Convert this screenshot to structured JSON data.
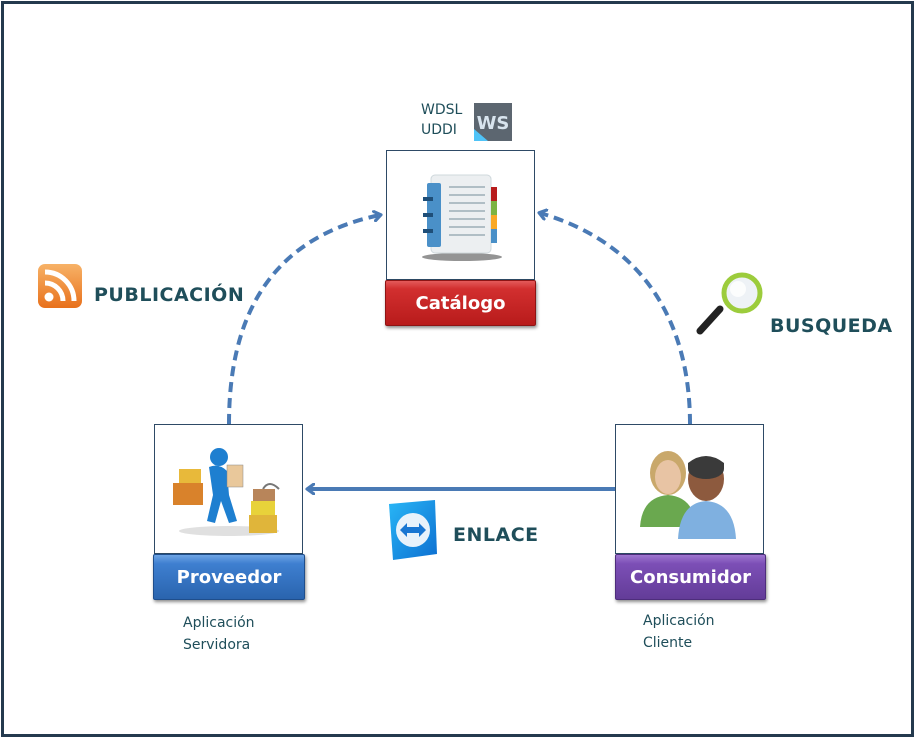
{
  "diagram": {
    "type": "web-services-architecture",
    "nodes": {
      "catalog": {
        "label": "Catálogo",
        "standards": [
          "WDSL",
          "UDDI"
        ],
        "badge_icon": "ws-badge-icon",
        "icon": "address-book-icon",
        "color": "#c62828"
      },
      "provider": {
        "label": "Proveedor",
        "caption_line1": "Aplicación",
        "caption_line2": "Servidora",
        "icon": "delivery-worker-icon",
        "color": "#2f6fbf"
      },
      "consumer": {
        "label": "Consumidor",
        "caption_line1": "Aplicación",
        "caption_line2": "Cliente",
        "icon": "users-icon",
        "color": "#7448ab"
      }
    },
    "edges": [
      {
        "from": "provider",
        "to": "catalog",
        "label": "PUBLICACIÓN",
        "style": "dashed",
        "icon": "rss-feed-icon"
      },
      {
        "from": "consumer",
        "to": "catalog",
        "label": "BUSQUEDA",
        "style": "dashed",
        "icon": "magnifier-icon"
      },
      {
        "from": "consumer",
        "to": "provider",
        "label": "ENLACE",
        "style": "solid",
        "icon": "two-way-arrow-icon"
      }
    ],
    "colors": {
      "arrow": "#4a7ab5",
      "text": "#1f4e5a",
      "frame": "#243a4e"
    }
  }
}
